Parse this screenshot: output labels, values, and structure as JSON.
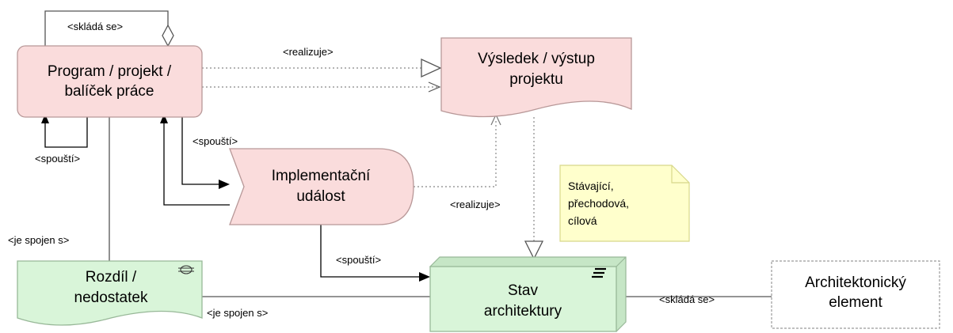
{
  "nodes": {
    "program": {
      "line1": "Program / projekt /",
      "line2": "balíček práce"
    },
    "deliverable": {
      "line1": "Výsledek / výstup",
      "line2": "projektu"
    },
    "event": {
      "line1": "Implementační",
      "line2": "událost"
    },
    "gap": {
      "line1": "Rozdíl /",
      "line2": "nedostatek"
    },
    "plateau": {
      "line1": "Stav",
      "line2": "architektury"
    },
    "element": {
      "line1": "Architektonický",
      "line2": "element"
    }
  },
  "note": {
    "line1": "Stávající,",
    "line2": "přechodová,",
    "line3": "cílová"
  },
  "edges": {
    "program_self_composition": "<skládá se>",
    "program_realizes_deliverable": "<realizuje>",
    "program_self_triggers": "<spouští>",
    "program_triggers_event": "<spouští>",
    "event_realizes_deliverable": "<realizuje>",
    "program_associated_gap": "<je spojen s>",
    "event_triggers_plateau": "<spouští>",
    "gap_associated_plateau": "<je spojen s>",
    "plateau_composed_element": "<skládá se>"
  },
  "colors": {
    "implementation_fill": "#fadcdc",
    "implementation_stroke": "#b89898",
    "plateau_fill": "#d9f5d9",
    "plateau_stroke": "#98b898",
    "note_fill": "#ffffcc",
    "edge_stroke": "#555555"
  }
}
